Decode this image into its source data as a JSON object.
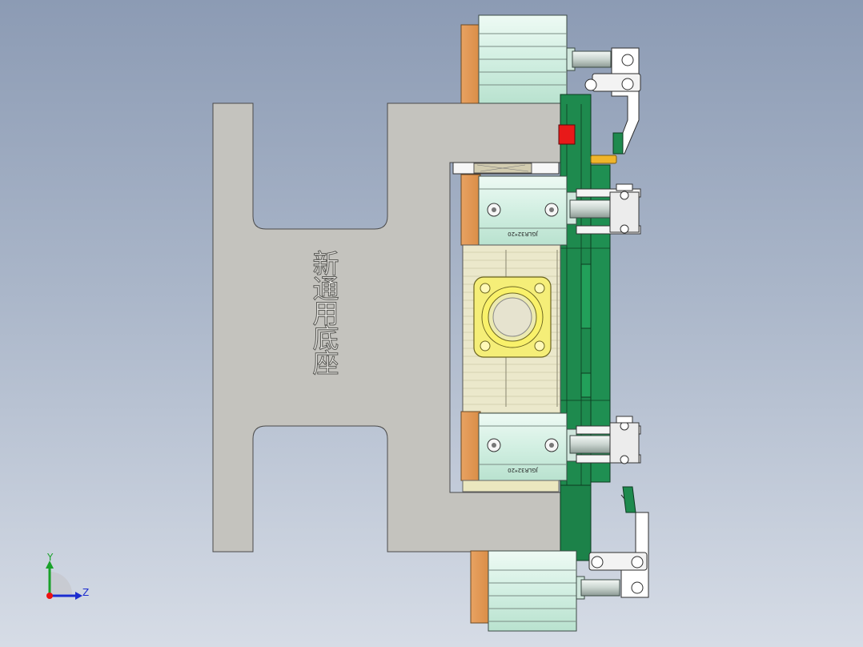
{
  "model": {
    "base_label": "新通用底座",
    "cylinder_label": "JGLR32*20"
  },
  "triad": {
    "y_label": "Y",
    "z_label": "Z"
  },
  "colors": {
    "background_top": "#8c9bb4",
    "background_bottom": "#d6dce6",
    "base_plate": "#c4c3be",
    "plate_green": "#1e8a4e",
    "bracket_orange": "#e29a56",
    "cylinder_body": "#d6f0e4",
    "fixture_yellow": "#f5ee78",
    "sensor_red": "#e81919",
    "pin_gold": "#f0b52a"
  }
}
